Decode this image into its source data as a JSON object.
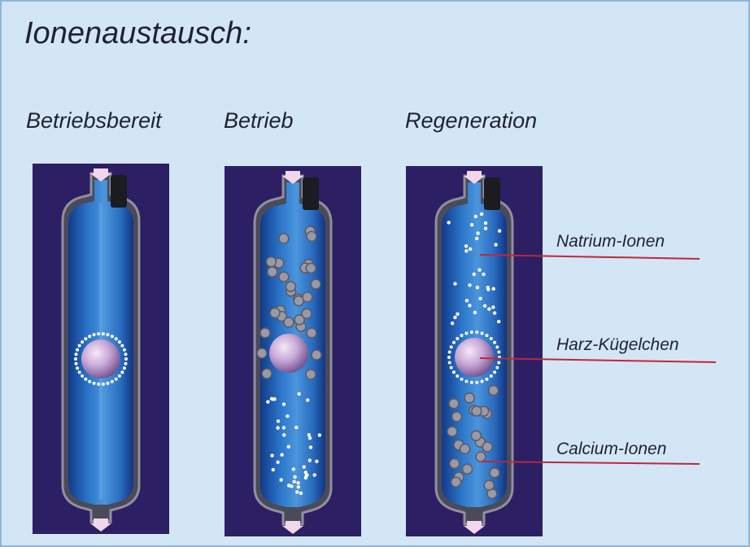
{
  "title": "Ionenaustausch:",
  "columns": [
    {
      "label": "Betriebsbereit",
      "state": "ready"
    },
    {
      "label": "Betrieb",
      "state": "operation"
    },
    {
      "label": "Regeneration",
      "state": "regeneration"
    }
  ],
  "callouts": [
    {
      "label": "Natrium-Ionen",
      "points_to": "white sodium ions"
    },
    {
      "label": "Harz-Kügelchen",
      "points_to": "resin bead"
    },
    {
      "label": "Calcium-Ionen",
      "points_to": "gray calcium ions"
    }
  ],
  "colors": {
    "background": "#d3e6f5",
    "border": "#8fb4d6",
    "panel": "#2c1f63",
    "tank_fill": "#2b6fc0",
    "bead": "#c6a6d6",
    "sodium_ion": "#ffffff",
    "calcium_ion": "#9a9aa6",
    "callout_line": "#c0263a"
  }
}
